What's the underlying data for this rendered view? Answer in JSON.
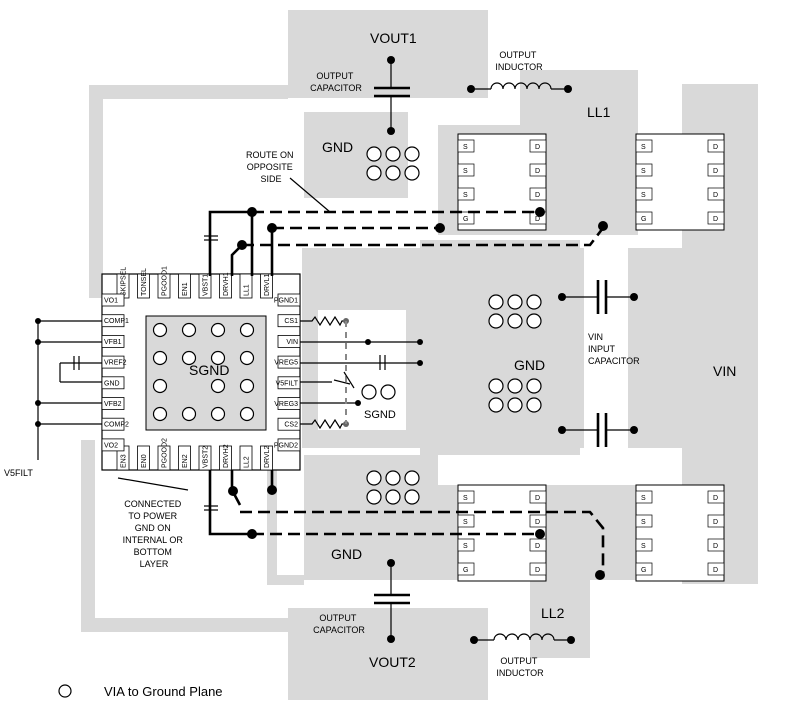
{
  "labels": {
    "vout1": "VOUT1",
    "vout2": "VOUT2",
    "ll1": "LL1",
    "ll2": "LL2",
    "vin": "VIN",
    "gnd_top": "GND",
    "gnd_mid": "GND",
    "gnd_bottom": "GND",
    "sgnd_main": "SGND",
    "sgnd_small": "SGND",
    "v5filt": "V5FILT"
  },
  "annotations": {
    "output_capacitor_top": [
      "OUTPUT",
      "CAPACITOR"
    ],
    "output_inductor_top": [
      "OUTPUT",
      "INDUCTOR"
    ],
    "route_opposite": [
      "ROUTE ON",
      "OPPOSITE",
      "SIDE"
    ],
    "vin_input_cap": [
      "VIN",
      "INPUT",
      "CAPACITOR"
    ],
    "connected_power_gnd": [
      "CONNECTED",
      "TO POWER",
      "GND ON",
      "INTERNAL OR",
      "BOTTOM",
      "LAYER"
    ],
    "output_capacitor_bottom": [
      "OUTPUT",
      "CAPACITOR"
    ],
    "output_inductor_bottom": [
      "OUTPUT",
      "INDUCTOR"
    ]
  },
  "ic_pins": {
    "top": [
      "SKIPSEL",
      "TONSEL",
      "PGOOD1",
      "EN1",
      "VBST1",
      "DRVH1",
      "LL1",
      "DRVL1"
    ],
    "bottom": [
      "EN3",
      "EN0",
      "PGOOD2",
      "EN2",
      "VBST2",
      "DRVH2",
      "LL2",
      "DRVL2"
    ],
    "left": [
      "VO1",
      "COMP1",
      "VFB1",
      "VREF2",
      "GND",
      "VFB2",
      "COMP2",
      "VO2"
    ],
    "right": [
      "PGND1",
      "CS1",
      "VIN",
      "VREG5",
      "V5FILT",
      "VREG3",
      "CS2",
      "PGND2"
    ]
  },
  "fet_pins": {
    "source": "S",
    "drain": "D",
    "gate": "G"
  },
  "legend": {
    "label": "VIA to Ground Plane"
  }
}
